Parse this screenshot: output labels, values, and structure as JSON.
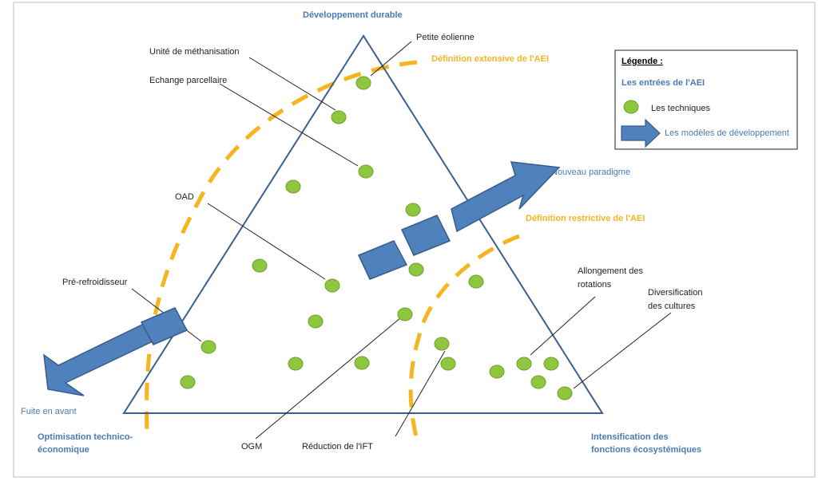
{
  "vertices": {
    "top": "Développement durable",
    "bottom_left": [
      "Optimisation technico-",
      "économique"
    ],
    "bottom_right": [
      "Intensification des",
      "fonctions écosystémiques"
    ]
  },
  "definitions": {
    "extensive": "Définition extensive de l'AEI",
    "restrictive": "Définition restrictive de l'AEI"
  },
  "arrows": {
    "right": "Nouveau paradigme",
    "left": "Fuite en avant"
  },
  "techniques": {
    "methanisation": "Unité de méthanisation",
    "echange": "Echange parcellaire",
    "eolienne": "Petite éolienne",
    "oad": "OAD",
    "prerefroidisseur": "Pré-refroidisseur",
    "allongement": [
      "Allongement des",
      "rotations"
    ],
    "diversification": [
      "Diversification",
      "des cultures"
    ],
    "ogm": "OGM",
    "ift": "Réduction de l'IFT"
  },
  "legend": {
    "title": "Légende :",
    "subtitle": "Les entrées de l'AEI",
    "techniques": "Les techniques",
    "models": "Les modèles de développement"
  },
  "colors": {
    "triangle": "#3a5f93",
    "arrow_fill": "#4f81bd",
    "arrow_stroke": "#385d8a",
    "dot_fill": "#8fc63f",
    "dot_stroke": "#6da12a",
    "dashed": "#f5b520",
    "label_blue": "#4a7ab8"
  }
}
